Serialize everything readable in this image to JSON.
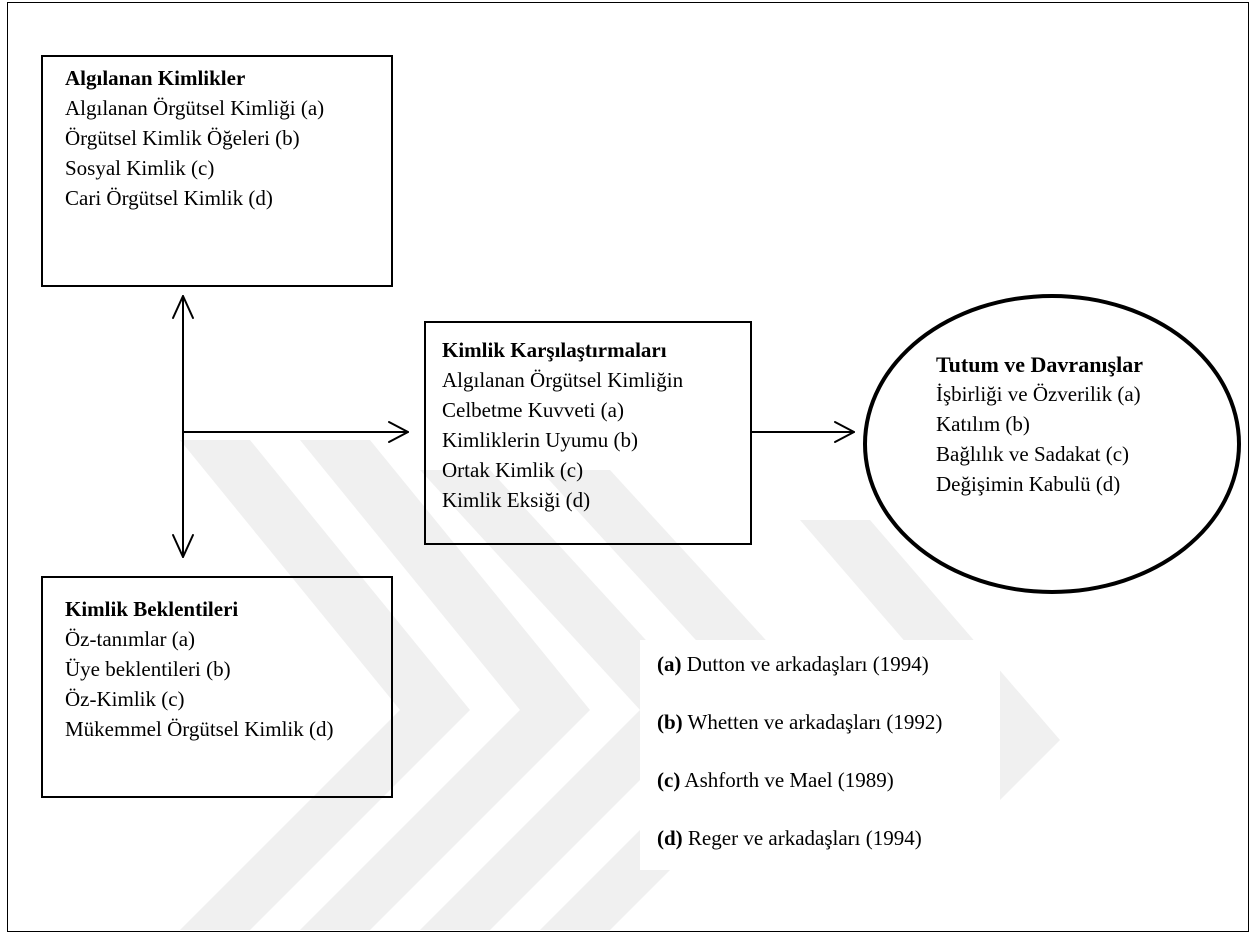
{
  "perceived": {
    "title": "Algılanan Kimlikler",
    "items": [
      "Algılanan Örgütsel Kimliği (a)",
      "Örgütsel Kimlik Öğeleri (b)",
      "Sosyal Kimlik (c)",
      "Cari Örgütsel Kimlik (d)"
    ]
  },
  "expectations": {
    "title": "Kimlik Beklentileri",
    "items": [
      "Öz-tanımlar (a)",
      "Üye beklentileri (b)",
      "Öz-Kimlik (c)",
      "Mükemmel Örgütsel Kimlik (d)"
    ]
  },
  "comparisons": {
    "title": "Kimlik Karşılaştırmaları",
    "items": [
      "Algılanan Örgütsel Kimliğin",
      "Celbetme Kuvveti (a)",
      "Kimliklerin Uyumu (b)",
      "Ortak Kimlik (c)",
      "Kimlik Eksiği (d)"
    ]
  },
  "outcomes": {
    "title": "Tutum ve Davranışlar",
    "items": [
      "İşbirliği ve Özverilik (a)",
      "Katılım (b)",
      "Bağlılık ve Sadakat (c)",
      "Değişimin Kabulü (d)"
    ]
  },
  "references": [
    {
      "key": "(a)",
      "text": " Dutton ve arkadaşları (1994)"
    },
    {
      "key": "(b)",
      "text": " Whetten ve arkadaşları (1992)"
    },
    {
      "key": "(c)",
      "text": " Ashforth ve Mael (1989)"
    },
    {
      "key": "(d)",
      "text": " Reger ve arkadaşları (1994)"
    }
  ]
}
